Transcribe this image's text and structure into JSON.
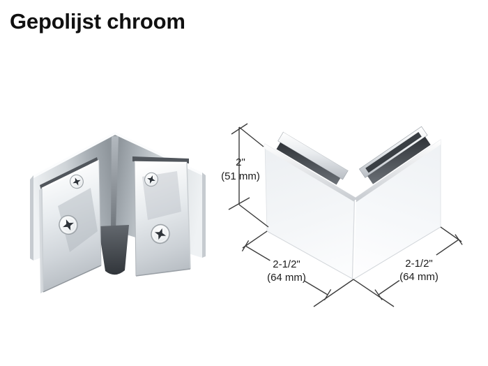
{
  "page": {
    "title": "Gepolijst chroom"
  },
  "product_photo": {
    "subject": "polished-chrome-square-corner-glass-clamp",
    "features": [
      "two-angled-clamp-plates",
      "four-phillips-screws",
      "glass-slot-gaps"
    ]
  },
  "diagram": {
    "subject": "corner-clamp-isometric-dimension-drawing",
    "dimensions": {
      "height": {
        "inches": "2\"",
        "mm": "(51 mm)"
      },
      "width_left": {
        "inches": "2-1/2\"",
        "mm": "(64 mm)"
      },
      "width_right": {
        "inches": "2-1/2\"",
        "mm": "(64 mm)"
      }
    }
  },
  "colors": {
    "background": "#ffffff",
    "title_text": "#101010",
    "dimension_line": "#3c3c3c",
    "dimension_text": "#1c1c1c",
    "chrome_highlight": "#fbfcfd",
    "chrome_mid": "#c7ccd1",
    "chrome_shadow": "#8f969c",
    "glass_slot_dark": "#34383d"
  }
}
